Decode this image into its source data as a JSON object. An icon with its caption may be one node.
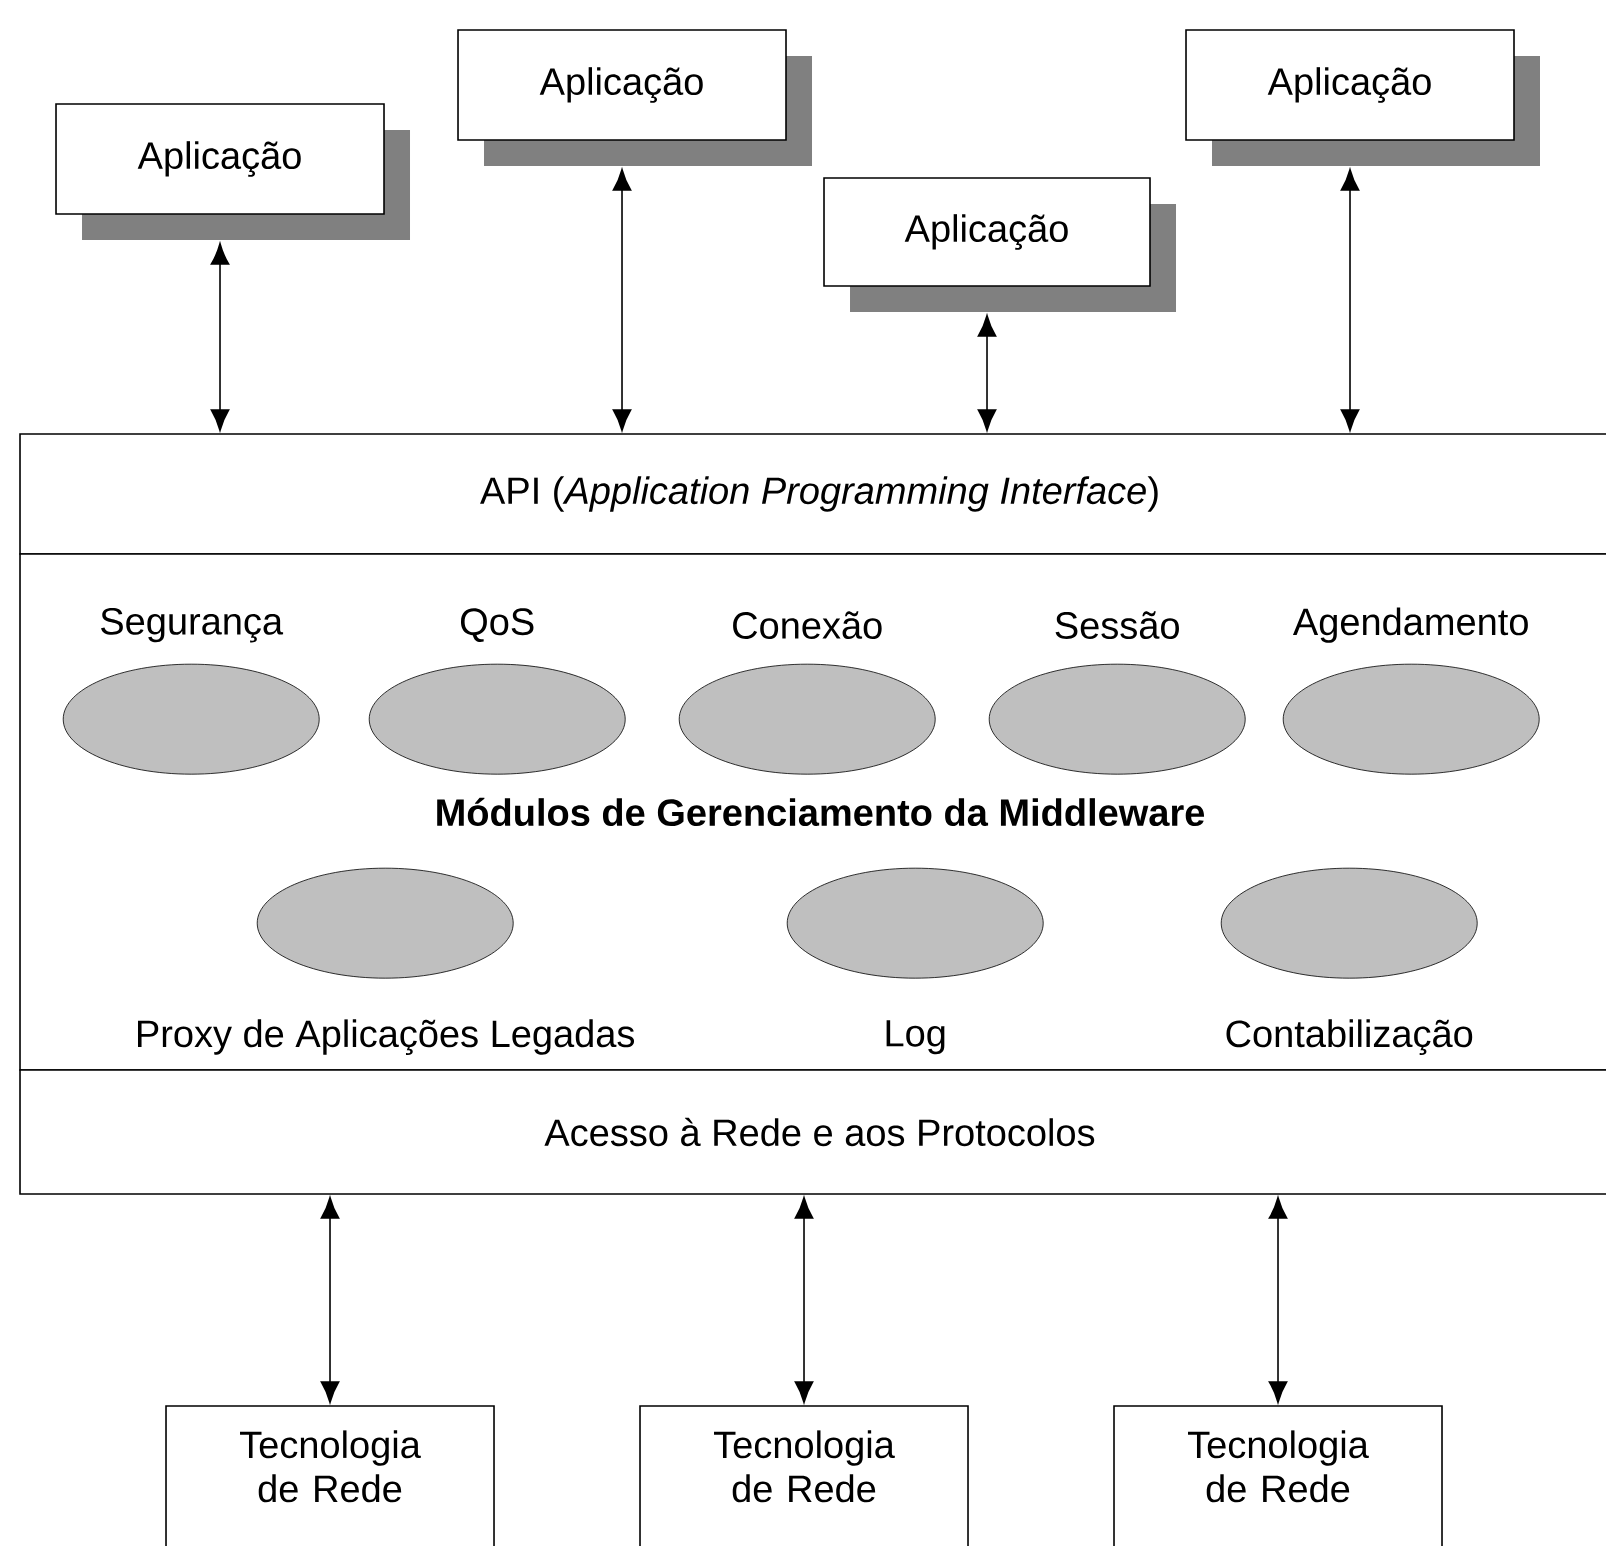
{
  "diagram": {
    "nodes": [
      {
        "text": [
          "Aplicação"
        ]
      },
      {
        "text": [
          "Aplicação"
        ]
      },
      {
        "text": [
          "Aplicação"
        ]
      },
      {
        "text": [
          "Aplicação"
        ]
      },
      {
        "text": [
          "API (*Application Programming Interface*)"
        ]
      },
      {
        "text": [
          "Módulos de Gerenciamento da Middleware"
        ]
      },
      {
        "text": [
          "Segurança"
        ],
        "in": 5
      },
      {
        "text": [
          "QoS"
        ],
        "in": 5
      },
      {
        "text": [
          "Conexão"
        ],
        "in": 5
      },
      {
        "text": [
          "Sessão"
        ],
        "in": 5
      },
      {
        "text": [
          "Agendamento"
        ],
        "in": 5
      },
      {
        "text": [
          "Proxy de Aplicações Legadas"
        ],
        "in": 5
      },
      {
        "text": [
          "Log"
        ],
        "in": 5
      },
      {
        "text": [
          "Contabilização"
        ],
        "in": 5
      },
      {
        "text": [
          "Acesso à Rede e aos Protocolos"
        ]
      },
      {
        "text": [
          "Tecnologia de Rede"
        ]
      },
      {
        "text": [
          "Tecnologia de Rede"
        ]
      },
      {
        "text": [
          "Tecnologia de Rede"
        ]
      }
    ],
    "edges": [
      {
        "from": 0,
        "to": 4,
        "arrow": "both"
      },
      {
        "from": 1,
        "to": 4,
        "arrow": "both"
      },
      {
        "from": 2,
        "to": 4,
        "arrow": "both"
      },
      {
        "from": 3,
        "to": 4,
        "arrow": "both"
      },
      {
        "from": 15,
        "to": 14,
        "arrow": "both"
      },
      {
        "from": 16,
        "to": 14,
        "arrow": "both"
      },
      {
        "from": 17,
        "to": 14,
        "arrow": "both"
      }
    ]
  }
}
